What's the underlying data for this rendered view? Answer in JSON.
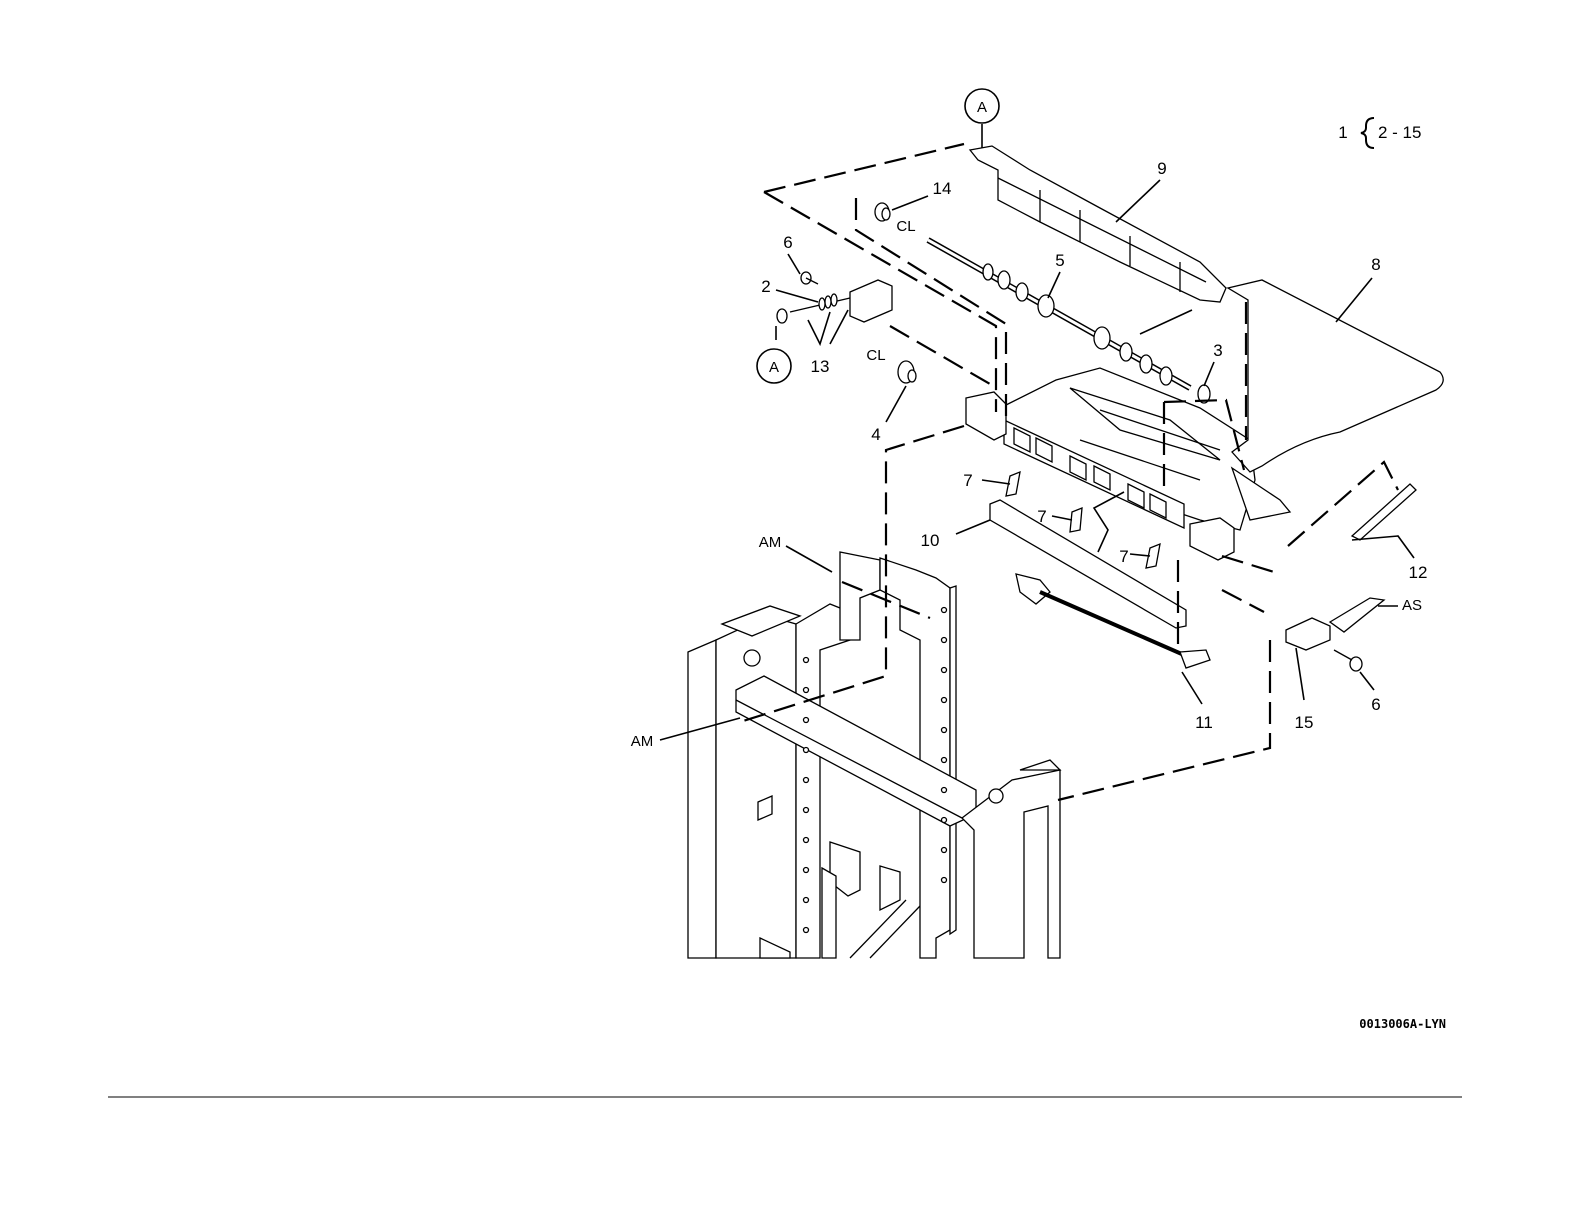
{
  "diagram": {
    "range_label": {
      "main": "1",
      "range": "2 - 15"
    },
    "callouts": {
      "c2": "2",
      "c3": "3",
      "c4": "4",
      "c5": "5",
      "c6a": "6",
      "c6b": "6",
      "c7a": "7",
      "c7b": "7",
      "c7c": "7",
      "c8": "8",
      "c9": "9",
      "c10": "10",
      "c11": "11",
      "c12": "12",
      "c13": "13",
      "c14": "14",
      "c15": "15"
    },
    "references": {
      "a_top": "A",
      "a_left": "A",
      "cl_top": "CL",
      "cl_left": "CL",
      "am_top": "AM",
      "am_bottom": "AM",
      "as": "AS"
    },
    "figure_code": "0013006A-LYN"
  }
}
